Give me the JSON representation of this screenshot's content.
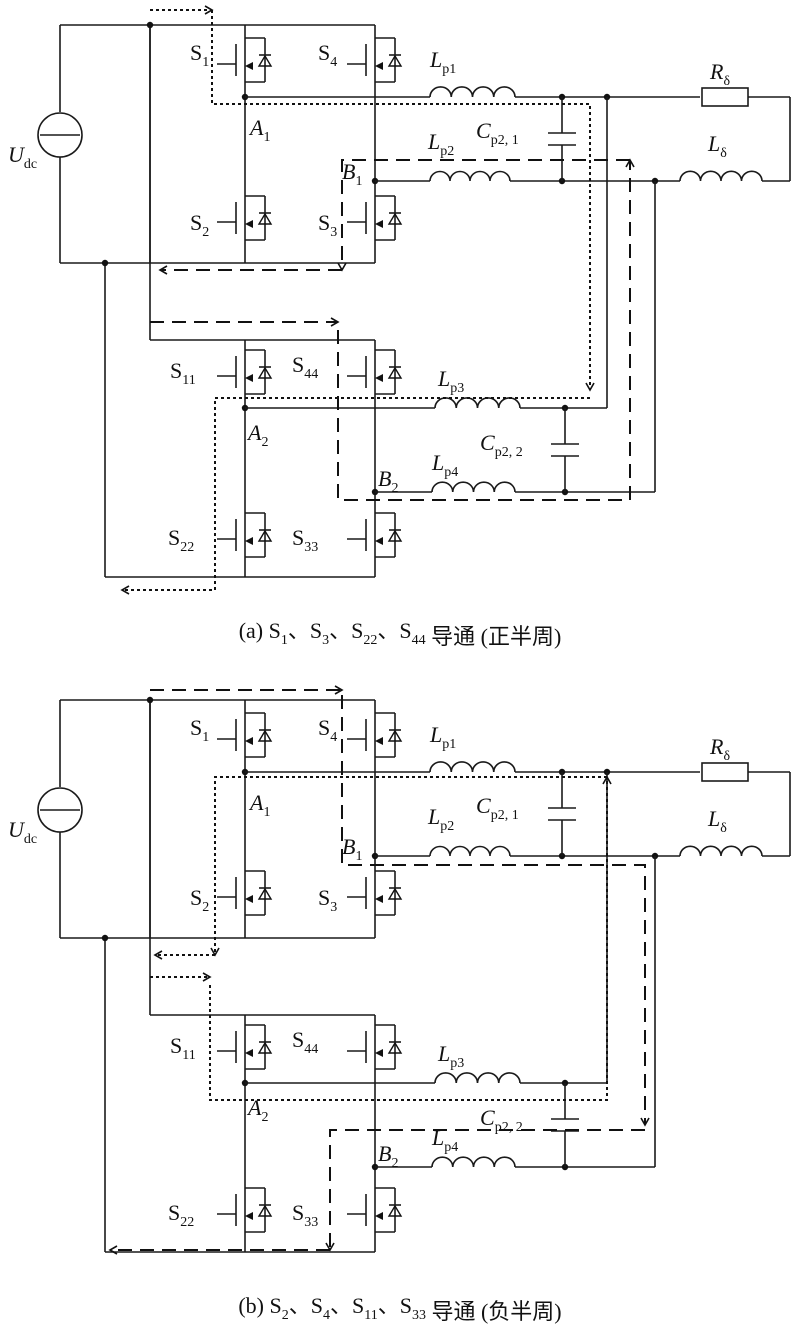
{
  "panels": [
    {
      "id": "a",
      "source": {
        "main": "U",
        "sub": "dc"
      },
      "switches_top": [
        {
          "main": "S",
          "sub": "1"
        },
        {
          "main": "S",
          "sub": "4"
        },
        {
          "main": "S",
          "sub": "2"
        },
        {
          "main": "S",
          "sub": "3"
        }
      ],
      "switches_bottom": [
        {
          "main": "S",
          "sub": "11"
        },
        {
          "main": "S",
          "sub": "44"
        },
        {
          "main": "S",
          "sub": "22"
        },
        {
          "main": "S",
          "sub": "33"
        }
      ],
      "nodes": [
        {
          "main": "A",
          "sub": "1"
        },
        {
          "main": "B",
          "sub": "1"
        },
        {
          "main": "A",
          "sub": "2"
        },
        {
          "main": "B",
          "sub": "2"
        }
      ],
      "inductors": [
        {
          "main": "L",
          "sub": "p1"
        },
        {
          "main": "L",
          "sub": "p2"
        },
        {
          "main": "L",
          "sub": "p3"
        },
        {
          "main": "L",
          "sub": "p4"
        }
      ],
      "capacitors": [
        {
          "main": "C",
          "sub": "p2, 1"
        },
        {
          "main": "C",
          "sub": "p2, 2"
        }
      ],
      "load_r": {
        "main": "R",
        "sub": "δ"
      },
      "load_l": {
        "main": "L",
        "sub": "δ"
      },
      "caption": {
        "prefix": "(a) S",
        "items": [
          {
            "sub": "1",
            "sep": "、S"
          },
          {
            "sub": "3",
            "sep": "、S"
          },
          {
            "sub": "22",
            "sep": "、S"
          },
          {
            "sub": "44",
            "sep": ""
          }
        ],
        "suffix": " 导通 (正半周)"
      }
    },
    {
      "id": "b",
      "source": {
        "main": "U",
        "sub": "dc"
      },
      "switches_top": [
        {
          "main": "S",
          "sub": "1"
        },
        {
          "main": "S",
          "sub": "4"
        },
        {
          "main": "S",
          "sub": "2"
        },
        {
          "main": "S",
          "sub": "3"
        }
      ],
      "switches_bottom": [
        {
          "main": "S",
          "sub": "11"
        },
        {
          "main": "S",
          "sub": "44"
        },
        {
          "main": "S",
          "sub": "22"
        },
        {
          "main": "S",
          "sub": "33"
        }
      ],
      "nodes": [
        {
          "main": "A",
          "sub": "1"
        },
        {
          "main": "B",
          "sub": "1"
        },
        {
          "main": "A",
          "sub": "2"
        },
        {
          "main": "B",
          "sub": "2"
        }
      ],
      "inductors": [
        {
          "main": "L",
          "sub": "p1"
        },
        {
          "main": "L",
          "sub": "p2"
        },
        {
          "main": "L",
          "sub": "p3"
        },
        {
          "main": "L",
          "sub": "p4"
        }
      ],
      "capacitors": [
        {
          "main": "C",
          "sub": "p2, 1"
        },
        {
          "main": "C",
          "sub": "p2, 2"
        }
      ],
      "load_r": {
        "main": "R",
        "sub": "δ"
      },
      "load_l": {
        "main": "L",
        "sub": "δ"
      },
      "caption": {
        "prefix": "(b) S",
        "items": [
          {
            "sub": "2",
            "sep": "、S"
          },
          {
            "sub": "4",
            "sep": "、S"
          },
          {
            "sub": "11",
            "sep": "、S"
          },
          {
            "sub": "33",
            "sep": ""
          }
        ],
        "suffix": " 导通 (负半周)"
      }
    }
  ]
}
